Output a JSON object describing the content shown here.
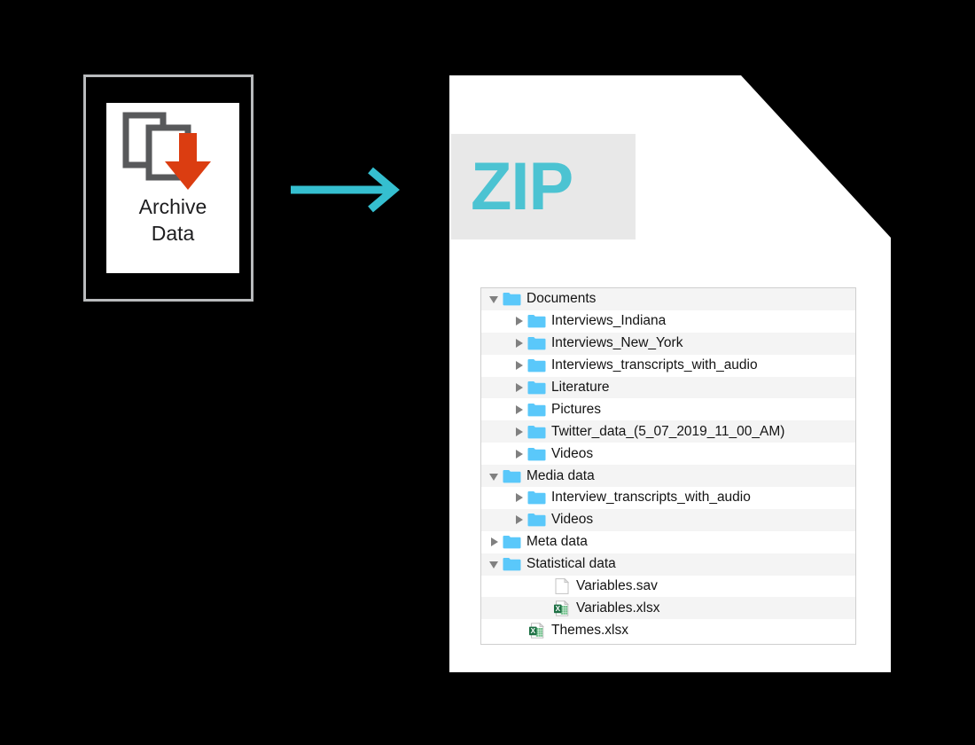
{
  "colors": {
    "teal_arrow": "#35bfd0",
    "teal_zip_text": "#4cc3d2",
    "zip_badge_bg": "#e8e8e8",
    "folder_blue": "#5ac8fa",
    "excel_green": "#1d7044",
    "archive_arrow_red": "#db3d11",
    "archive_page_gray": "#58595b",
    "row_stripe": "#f4f4f4",
    "panel_border": "#cfcfcf",
    "card_border": "#b9bbbd",
    "background": "#000000"
  },
  "archive_card": {
    "icon_name": "archive-data-icon",
    "label_line1": "Archive",
    "label_line2": "Data"
  },
  "arrow": {
    "icon_name": "right-arrow-icon"
  },
  "zip_document": {
    "badge_text": "ZIP",
    "icon_name": "zip-file-document"
  },
  "file_tree": {
    "rows": [
      {
        "label": "Documents",
        "indent": 0,
        "twisty": "open",
        "icon": "folder",
        "striped": true
      },
      {
        "label": "Interviews_Indiana",
        "indent": 1,
        "twisty": "closed",
        "icon": "folder",
        "striped": false
      },
      {
        "label": "Interviews_New_York",
        "indent": 1,
        "twisty": "closed",
        "icon": "folder",
        "striped": true
      },
      {
        "label": "Interviews_transcripts_with_audio",
        "indent": 1,
        "twisty": "closed",
        "icon": "folder",
        "striped": false
      },
      {
        "label": "Literature",
        "indent": 1,
        "twisty": "closed",
        "icon": "folder",
        "striped": true
      },
      {
        "label": "Pictures",
        "indent": 1,
        "twisty": "closed",
        "icon": "folder",
        "striped": false
      },
      {
        "label": "Twitter_data_(5_07_2019_11_00_AM)",
        "indent": 1,
        "twisty": "closed",
        "icon": "folder",
        "striped": true
      },
      {
        "label": "Videos",
        "indent": 1,
        "twisty": "closed",
        "icon": "folder",
        "striped": false
      },
      {
        "label": "Media data",
        "indent": 0,
        "twisty": "open",
        "icon": "folder",
        "striped": true
      },
      {
        "label": "Interview_transcripts_with_audio",
        "indent": 1,
        "twisty": "closed",
        "icon": "folder",
        "striped": false
      },
      {
        "label": "Videos",
        "indent": 1,
        "twisty": "closed",
        "icon": "folder",
        "striped": true
      },
      {
        "label": "Meta data",
        "indent": 0,
        "twisty": "closed",
        "icon": "folder",
        "striped": false
      },
      {
        "label": "Statistical data",
        "indent": 0,
        "twisty": "open",
        "icon": "folder",
        "striped": true
      },
      {
        "label": "Variables.sav",
        "indent": 2,
        "twisty": "none",
        "icon": "document",
        "striped": false
      },
      {
        "label": "Variables.xlsx",
        "indent": 2,
        "twisty": "none",
        "icon": "excel",
        "striped": true
      },
      {
        "label": "Themes.xlsx",
        "indent": 1,
        "twisty": "none",
        "icon": "excel",
        "striped": false
      }
    ]
  }
}
